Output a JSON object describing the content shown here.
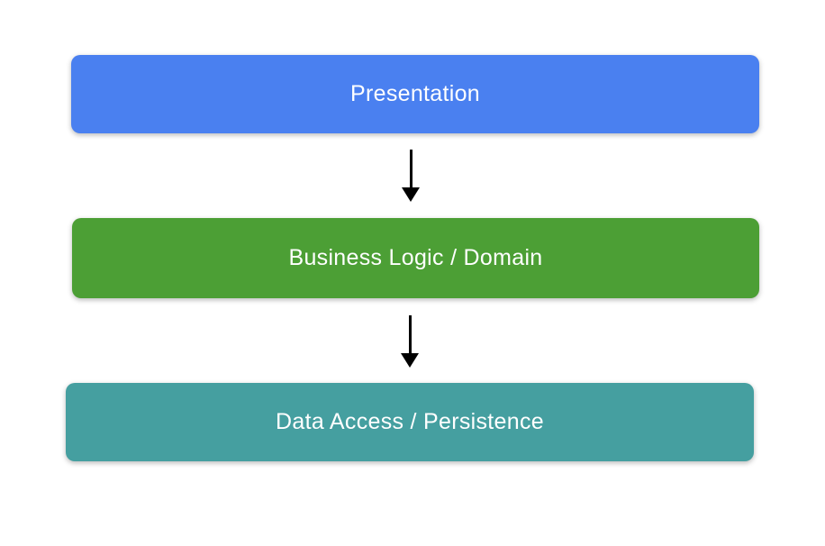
{
  "diagram": {
    "type": "layered-architecture",
    "background_color": "#FFFFFF",
    "label_text_color": "#FFFFFF",
    "arrow_color": "#000000",
    "layers": [
      {
        "label": "Presentation",
        "color": "#4A80F0"
      },
      {
        "label": "Business Logic / Domain",
        "color": "#4C9F35"
      },
      {
        "label": "Data Access / Persistence",
        "color": "#459FA0"
      }
    ],
    "connectors": [
      {
        "icon": "down-arrow-icon",
        "from": "Presentation",
        "to": "Business Logic / Domain"
      },
      {
        "icon": "down-arrow-icon",
        "from": "Business Logic / Domain",
        "to": "Data Access / Persistence"
      }
    ]
  }
}
